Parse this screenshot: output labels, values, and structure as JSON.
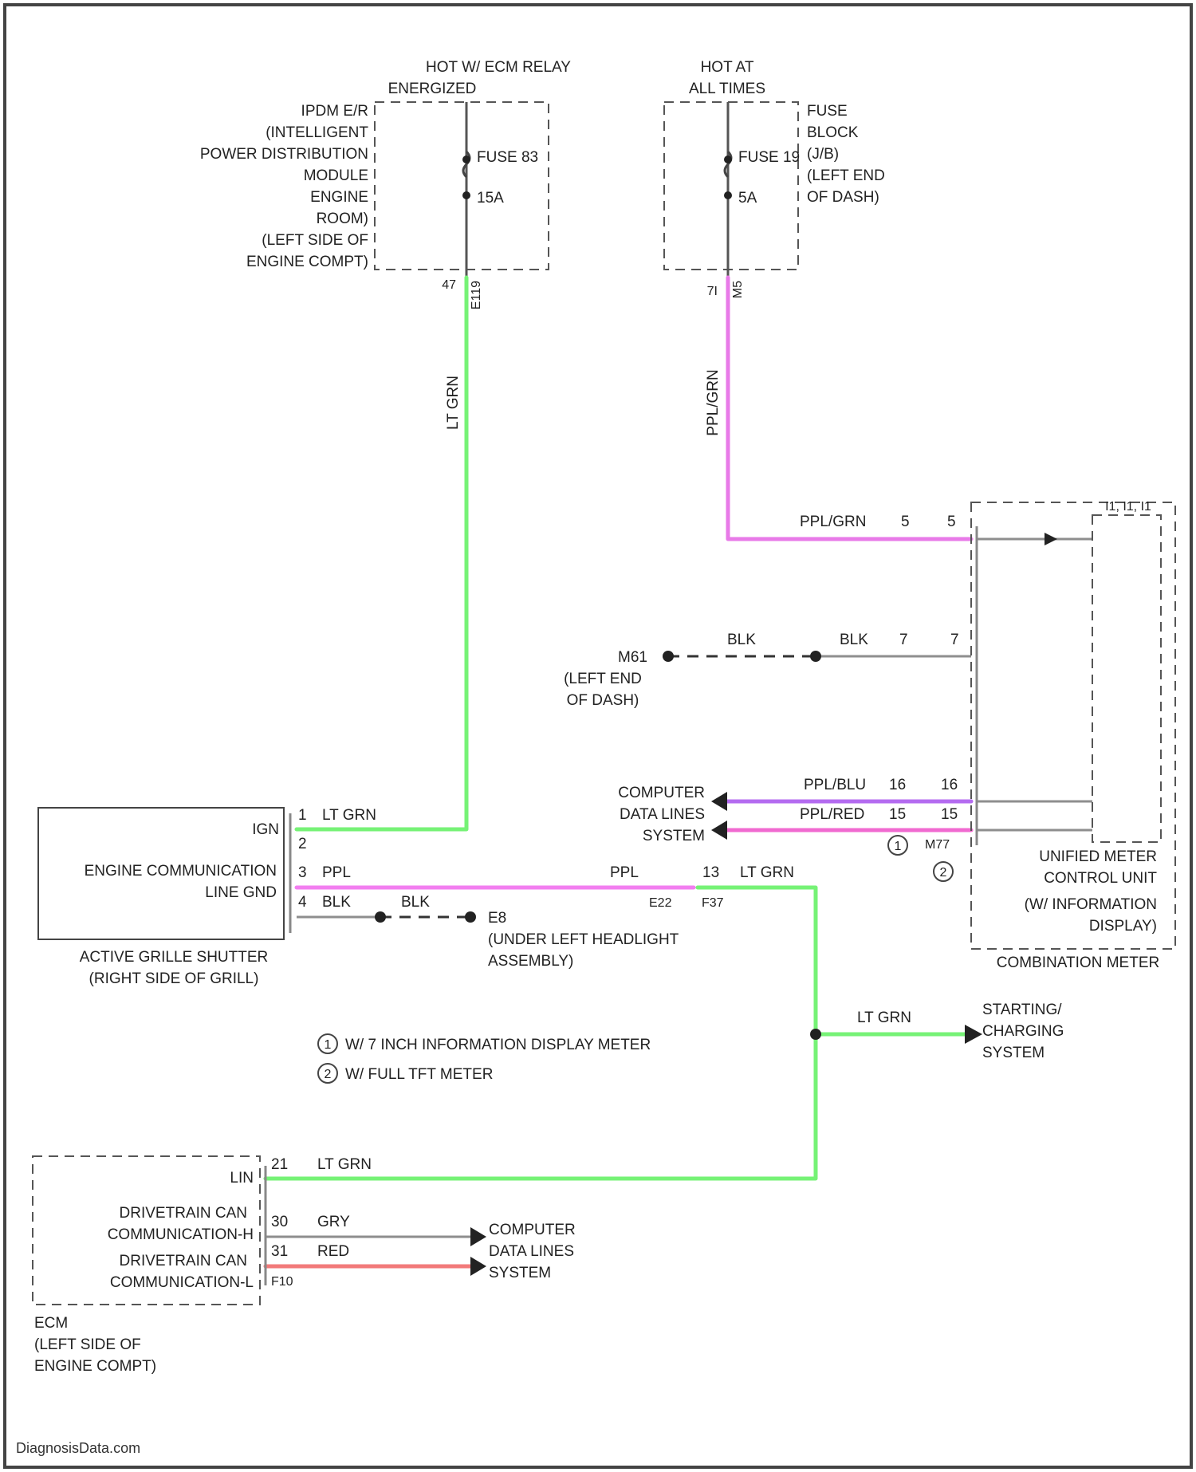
{
  "colors": {
    "lt_grn": "#76f276",
    "ppl_grn": "#e87ae8",
    "ppl": "#f27ef0",
    "ppl_blu": "#b46bf0",
    "ppl_red": "#f06ad0",
    "red": "#f27a7a",
    "gry": "#b0b0b0",
    "blk": "#333333",
    "frame": "#444444"
  },
  "ipdm": {
    "header_1": "HOT W/ ECM RELAY",
    "header_2": "ENERGIZED",
    "label_lines": [
      "IPDM E/R",
      "(INTELLIGENT",
      "POWER DISTRIBUTION",
      "MODULE",
      "ENGINE",
      "ROOM)",
      "(LEFT SIDE OF",
      "ENGINE COMPT)"
    ],
    "fuse_name": "FUSE 83",
    "fuse_rating": "15A",
    "pin": "47",
    "connector": "E119"
  },
  "fuse_block": {
    "header_1": "HOT AT",
    "header_2": "ALL TIMES",
    "label_lines": [
      "FUSE",
      "BLOCK",
      "(J/B)",
      "(LEFT END",
      "OF DASH)"
    ],
    "fuse_name": "FUSE 19",
    "fuse_rating": "5A",
    "pin": "7I",
    "connector": "M5"
  },
  "wires": {
    "lt_grn_vertical": "LT GRN",
    "ppl_grn_vertical": "PPL/GRN"
  },
  "meter": {
    "top_pins": "I1, I1, I1",
    "ppl_grn_label": "PPL/GRN",
    "pin_5a": "5",
    "pin_5b": "5",
    "ground_name": "M61",
    "ground_loc_1": "(LEFT END",
    "ground_loc_2": "OF DASH)",
    "blk_a": "BLK",
    "blk_b": "BLK",
    "pin_7a": "7",
    "pin_7b": "7",
    "cdl_1": "COMPUTER",
    "cdl_2": "DATA LINES",
    "cdl_3": "SYSTEM",
    "ppl_blu": "PPL/BLU",
    "ppl_red": "PPL/RED",
    "pin_16a": "16",
    "pin_16b": "16",
    "pin_15a": "15",
    "pin_15b": "15",
    "connector": "M77",
    "marker_1": "1",
    "marker_2": "2",
    "unit_1": "UNIFIED METER",
    "unit_2": "CONTROL UNIT",
    "unit_3": "(W/ INFORMATION",
    "unit_4": "DISPLAY)",
    "footer": "COMBINATION METER"
  },
  "shutter": {
    "pin_1": "1",
    "pin_1_wire": "LT GRN",
    "ign": "IGN",
    "pin_2": "2",
    "title_1": "ENGINE COMMUNICATION",
    "title_2": "LINE GND",
    "pin_3": "3",
    "pin_3_wire": "PPL",
    "pin_4": "4",
    "pin_4_wire": "BLK",
    "blk_2": "BLK",
    "ground": "E8",
    "ground_loc_1": "(UNDER LEFT HEADLIGHT",
    "ground_loc_2": "ASSEMBLY)",
    "caption_1": "ACTIVE GRILLE SHUTTER",
    "caption_2": "(RIGHT SIDE OF GRILL)",
    "ppl_right": "PPL",
    "pin_13": "13",
    "lt_grn_right": "LT GRN",
    "conn_left": "E22",
    "conn_right": "F37"
  },
  "starting": {
    "wire": "LT GRN",
    "line_1": "STARTING/",
    "line_2": "CHARGING",
    "line_3": "SYSTEM"
  },
  "legend": [
    {
      "marker": "1",
      "text": "W/ 7 INCH INFORMATION DISPLAY METER"
    },
    {
      "marker": "2",
      "text": "W/ FULL TFT METER"
    }
  ],
  "ecm": {
    "lin": "LIN",
    "pin_lin": "21",
    "lin_wire": "LT GRN",
    "canh_1": "DRIVETRAIN CAN",
    "canh_2": "COMMUNICATION-H",
    "pin_canh": "30",
    "canh_wire": "GRY",
    "canl_1": "DRIVETRAIN CAN",
    "canl_2": "COMMUNICATION-L",
    "pin_canl": "31",
    "canl_wire": "RED",
    "connector": "F10",
    "cdl_1": "COMPUTER",
    "cdl_2": "DATA LINES",
    "cdl_3": "SYSTEM",
    "title_1": "ECM",
    "title_2": "(LEFT SIDE OF",
    "title_3": "ENGINE COMPT)"
  },
  "watermark": "DiagnosisData.com"
}
